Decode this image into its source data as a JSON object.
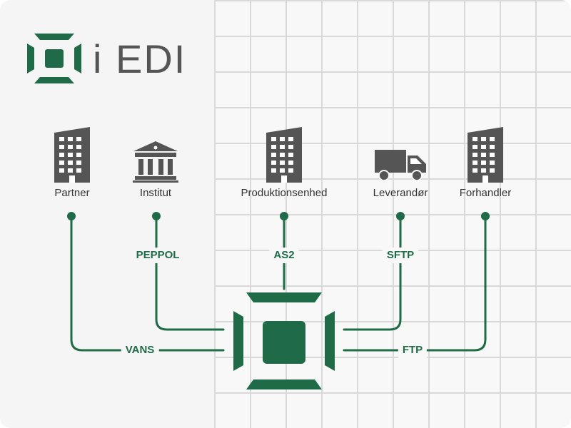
{
  "brand": {
    "name": "i EDI"
  },
  "colors": {
    "green": "#1f6b47",
    "gray": "#555555"
  },
  "nodes": [
    {
      "label": "Partner",
      "icon": "office-building-icon"
    },
    {
      "label": "Institut",
      "icon": "bank-institution-icon"
    },
    {
      "label": "Produktionsenhed",
      "icon": "office-building-icon"
    },
    {
      "label": "Leverandør",
      "icon": "delivery-truck-icon"
    },
    {
      "label": "Forhandler",
      "icon": "office-building-icon"
    }
  ],
  "protocols": {
    "vans": "VANS",
    "peppol": "PEPPOL",
    "as2": "AS2",
    "sftp": "SFTP",
    "ftp": "FTP"
  }
}
